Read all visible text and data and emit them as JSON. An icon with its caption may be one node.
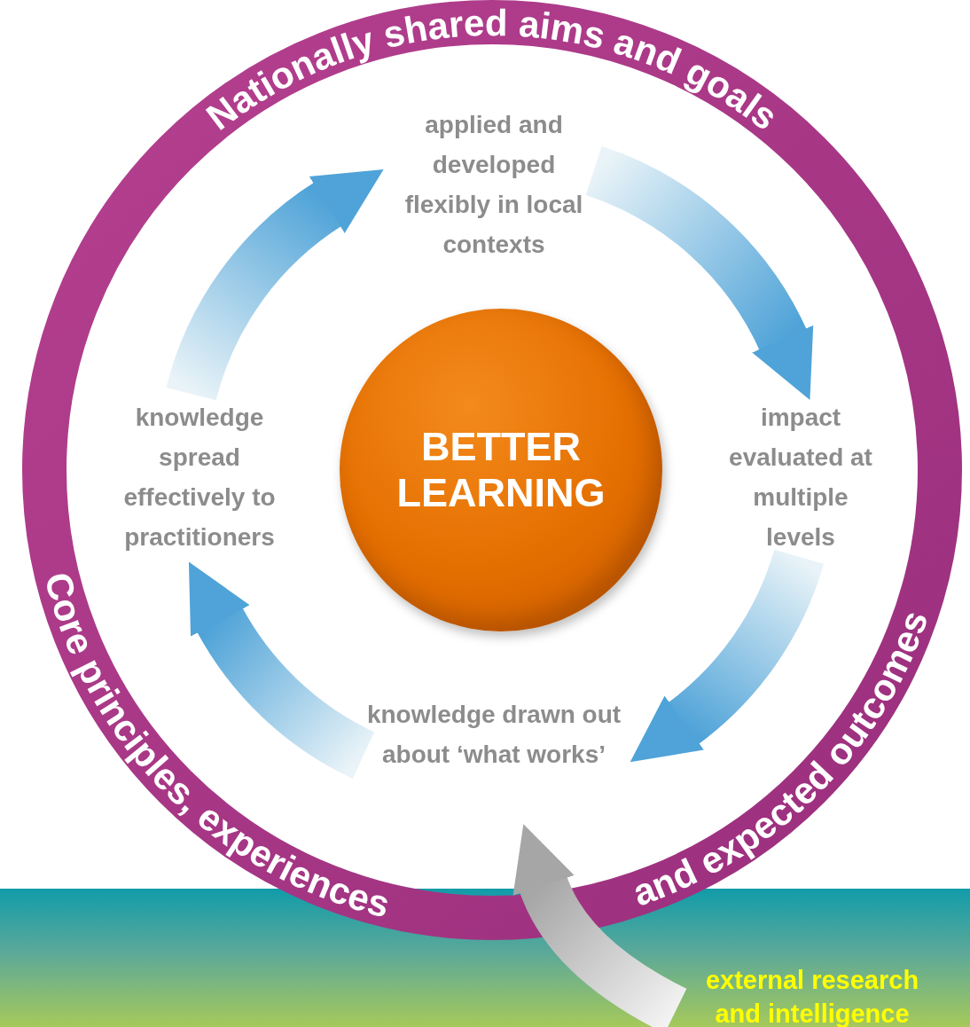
{
  "diagram": {
    "nodes": [
      {
        "text": [
          "Nationally shared aims and goals",
          "Core principles, experiences",
          "and expected outcomes"
        ]
      },
      {
        "text": [
          "applied and developed flexibly in local contexts"
        ],
        "in": 0
      },
      {
        "text": [
          "impact evaluated at multiple levels"
        ],
        "in": 0
      },
      {
        "text": [
          "knowledge drawn out about ‘what works’"
        ],
        "in": 0
      },
      {
        "text": [
          "knowledge spread effectively to practitioners"
        ],
        "in": 0
      },
      {
        "text": [
          "BETTER LEARNING"
        ],
        "in": 0
      },
      {
        "text": [
          "external research and intelligence"
        ]
      }
    ],
    "edges": [
      {
        "from": 1,
        "to": 2,
        "arrow": "to"
      },
      {
        "from": 2,
        "to": 3,
        "arrow": "to"
      },
      {
        "from": 3,
        "to": 4,
        "arrow": "to"
      },
      {
        "from": 4,
        "to": 1,
        "arrow": "to"
      },
      {
        "from": 6,
        "to": 3,
        "arrow": "to",
        "color": "#a6a6a6"
      }
    ]
  }
}
